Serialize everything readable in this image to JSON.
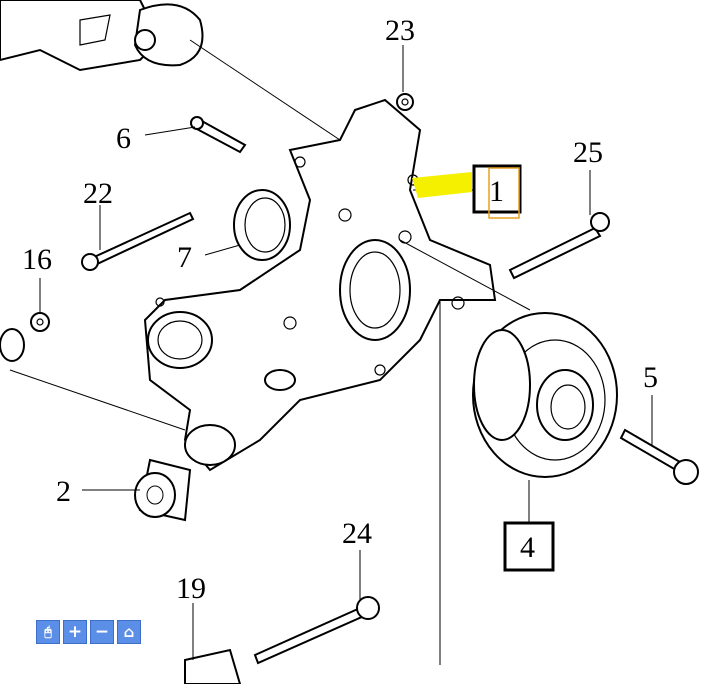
{
  "diagram": {
    "callouts": [
      "23",
      "1",
      "25",
      "6",
      "22",
      "7",
      "16",
      "2",
      "5",
      "4",
      "24",
      "19"
    ],
    "highlight_color": "#f5f000",
    "selected_box_color": "#e8a020"
  },
  "toolbar": {
    "buttons": [
      {
        "name": "select",
        "icon": "cursor-icon"
      },
      {
        "name": "zoom-in",
        "icon": "plus-icon"
      },
      {
        "name": "zoom-out",
        "icon": "minus-icon"
      },
      {
        "name": "home",
        "icon": "home-icon"
      }
    ],
    "accent": "#5b8ee6"
  }
}
